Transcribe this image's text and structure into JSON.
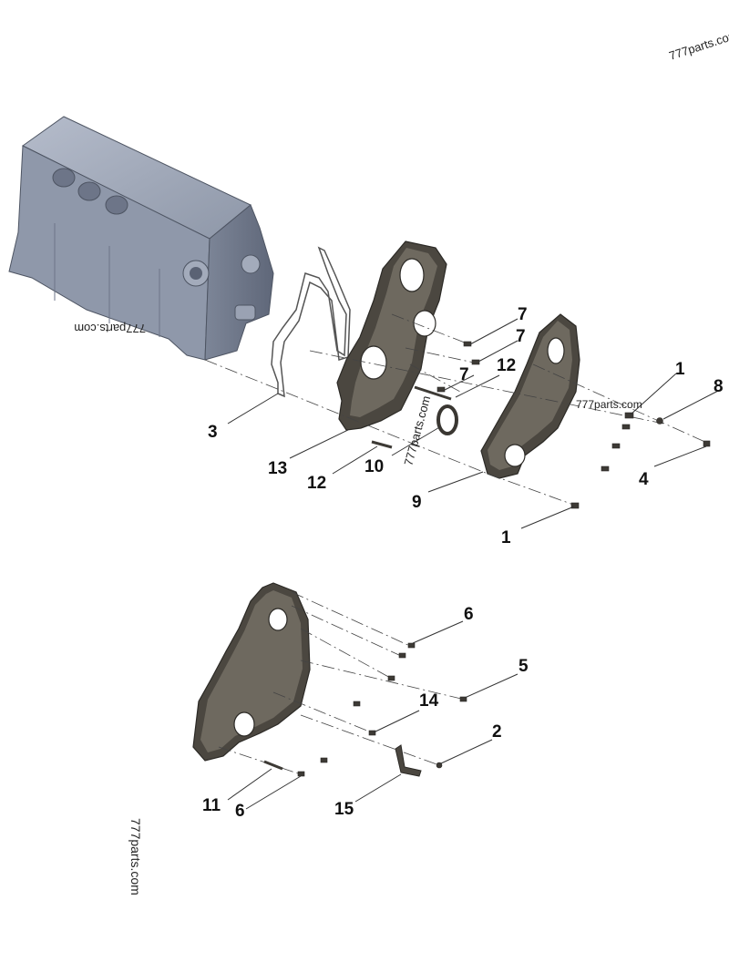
{
  "watermarks": [
    "777parts.com",
    "777parts.com",
    "777parts.com",
    "777parts.com"
  ],
  "callouts": [
    "7",
    "7",
    "7",
    "12",
    "1",
    "8",
    "3",
    "13",
    "12",
    "10",
    "9",
    "4",
    "1",
    "6",
    "5",
    "14",
    "2",
    "11",
    "6",
    "15"
  ],
  "colors": {
    "engine_block": "#8e97a8",
    "cover": "#4b4740",
    "label": "#111111"
  }
}
